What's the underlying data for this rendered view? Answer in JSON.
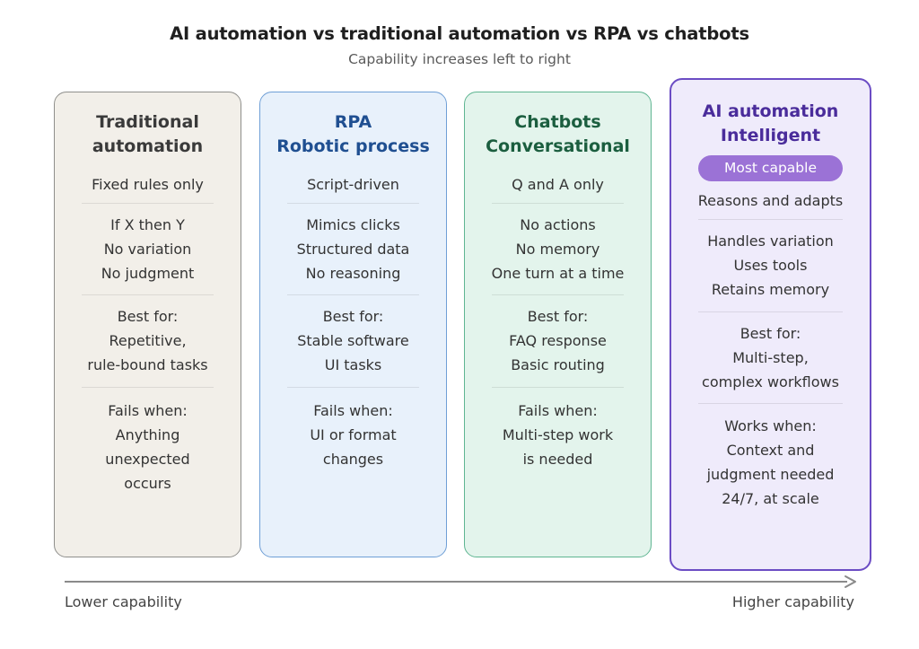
{
  "header": {
    "title": "AI automation vs traditional automation vs RPA vs chatbots",
    "subtitle": "Capability increases left to right"
  },
  "cards": [
    {
      "title_lines": [
        "Traditional",
        "automation"
      ],
      "border_color": "#8f8f8c",
      "fill_color": "#f2efe9",
      "title_color": "#3a3a3a",
      "sections": [
        [
          "Fixed rules only"
        ],
        [
          "If X then Y",
          "No variation",
          "No judgment"
        ],
        [
          "Best for:",
          "Repetitive,",
          "rule-bound tasks"
        ],
        [
          "Fails when:",
          "Anything",
          "unexpected",
          "occurs"
        ]
      ]
    },
    {
      "title_lines": [
        "RPA",
        "Robotic process"
      ],
      "border_color": "#6f9fd6",
      "fill_color": "#e8f1fb",
      "title_color": "#1f4f91",
      "sections": [
        [
          "Script-driven"
        ],
        [
          "Mimics clicks",
          "Structured data",
          "No reasoning"
        ],
        [
          "Best for:",
          "Stable software",
          "UI tasks"
        ],
        [
          "Fails when:",
          "UI or format",
          "changes"
        ]
      ]
    },
    {
      "title_lines": [
        "Chatbots",
        "Conversational"
      ],
      "border_color": "#5fb592",
      "fill_color": "#e3f4ec",
      "title_color": "#1b5e3f",
      "sections": [
        [
          "Q and A only"
        ],
        [
          "No actions",
          "No memory",
          "One turn at a time"
        ],
        [
          "Best for:",
          "FAQ response",
          "Basic routing"
        ],
        [
          "Fails when:",
          "Multi-step work",
          "is needed"
        ]
      ]
    },
    {
      "title_lines": [
        "AI automation",
        "Intelligent"
      ],
      "badge": "Most capable",
      "border_color": "#6b4cc4",
      "fill_color": "#efebfb",
      "title_color": "#4a2c9b",
      "sections": [
        [
          "Reasons and adapts"
        ],
        [
          "Handles variation",
          "Uses tools",
          "Retains memory"
        ],
        [
          "Best for:",
          "Multi-step,",
          "complex workflows"
        ],
        [
          "Works when:",
          "Context and",
          "judgment needed",
          "24/7, at scale"
        ]
      ]
    }
  ],
  "axis": {
    "left_label": "Lower capability",
    "right_label": "Higher capability"
  }
}
